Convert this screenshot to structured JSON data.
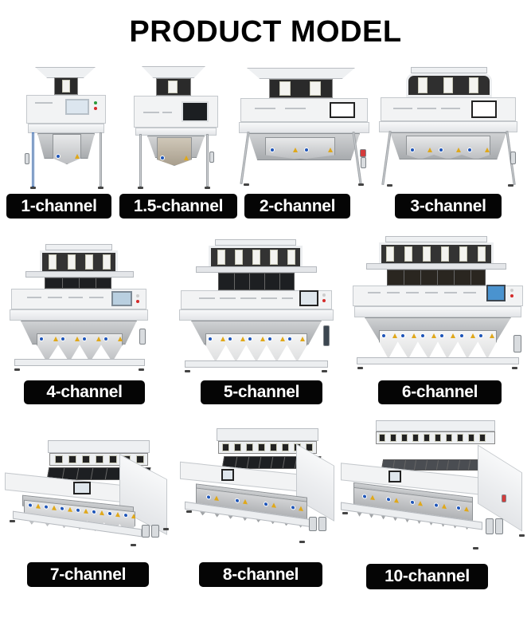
{
  "page": {
    "title": "PRODUCT MODEL"
  },
  "colors": {
    "background": "#ffffff",
    "title_text": "#000000",
    "label_background": "#050505",
    "label_text": "#ffffff",
    "machine_body": "#f2f3f4",
    "chute_metal": "#bdbfc2",
    "icon_blue": "#1e55b8",
    "icon_yellow": "#e0a81a"
  },
  "models": [
    {
      "label": "1-channel",
      "channels": 1
    },
    {
      "label": "1.5-channel",
      "channels": 1.5
    },
    {
      "label": "2-channel",
      "channels": 2
    },
    {
      "label": "3-channel",
      "channels": 3
    },
    {
      "label": "4-channel",
      "channels": 4
    },
    {
      "label": "5-channel",
      "channels": 5
    },
    {
      "label": "6-channel",
      "channels": 6
    },
    {
      "label": "7-channel",
      "channels": 7
    },
    {
      "label": "8-channel",
      "channels": 8
    },
    {
      "label": "10-channel",
      "channels": 10
    }
  ]
}
